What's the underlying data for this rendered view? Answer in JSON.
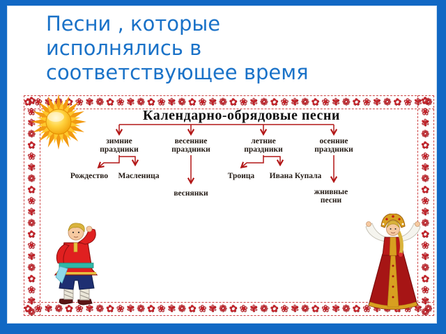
{
  "slide": {
    "title_lines": [
      "Песни , которые",
      "исполнялись в",
      "соответствующее время"
    ],
    "title_color": "#1a72c8",
    "frame_color": "#1168c4"
  },
  "picture": {
    "ornament": {
      "glyphs": "✿❀✾❁",
      "color": "#c5242b"
    },
    "diagram": {
      "title": "Календарно-обрядовые песни",
      "arrow_color": "#b21616",
      "branches": [
        {
          "line1": "зимние",
          "line2": "праздники",
          "children": [
            "Рождество",
            "Масленица"
          ]
        },
        {
          "line1": "весенние",
          "line2": "праздники",
          "children": [
            "веснянки"
          ]
        },
        {
          "line1": "летние",
          "line2": "праздники",
          "children": [
            "Троица",
            "Ивана Купала"
          ]
        },
        {
          "line1": "осенние",
          "line2": "праздники",
          "children": [
            "жнивные песни"
          ]
        }
      ]
    },
    "decorations": {
      "sun": "sun-illustration",
      "left_figure": "boy-in-russian-folk-costume",
      "right_figure": "girl-in-russian-folk-costume"
    }
  }
}
